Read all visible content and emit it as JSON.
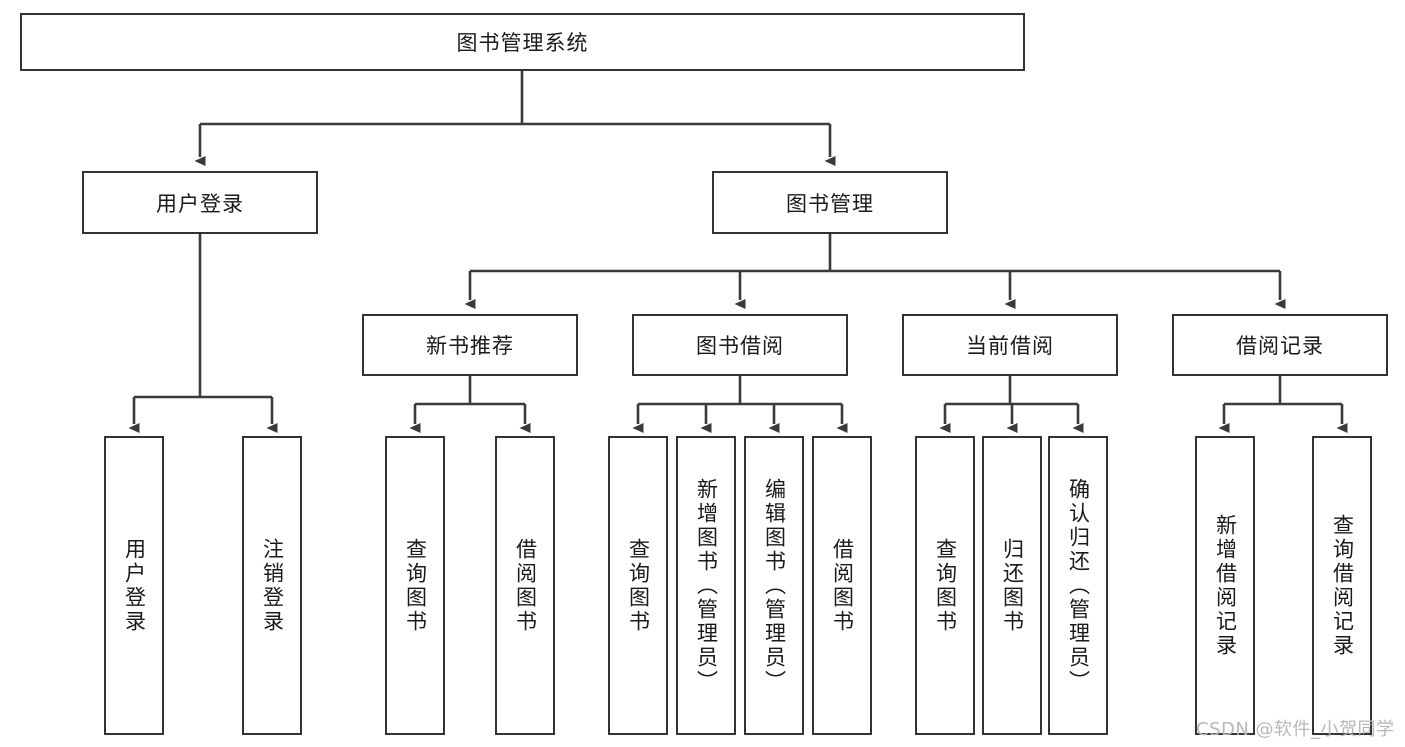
{
  "diagram": {
    "type": "tree-hierarchy-chart",
    "title": "图书管理系统",
    "watermark": "CSDN @软件_小贺同学",
    "colors": {
      "box_border": "#333333",
      "box_fill": "#ffffff",
      "edge": "#3a3a3a",
      "text": "#1a1a1a",
      "watermark": "#b8b8b8",
      "background": "#ffffff"
    },
    "levels": {
      "root": {
        "label": "图书管理系统"
      },
      "level2": [
        {
          "id": "user-login",
          "label": "用户登录"
        },
        {
          "id": "book-management",
          "label": "图书管理"
        }
      ],
      "level3": [
        {
          "id": "new-book-recommend",
          "label": "新书推荐",
          "parent": "book-management"
        },
        {
          "id": "book-borrow",
          "label": "图书借阅",
          "parent": "book-management"
        },
        {
          "id": "current-borrow",
          "label": "当前借阅",
          "parent": "book-management"
        },
        {
          "id": "borrow-record",
          "label": "借阅记录",
          "parent": "book-management"
        }
      ],
      "leaves": [
        {
          "id": "leaf-user-login",
          "label": "用户登录",
          "parent": "user-login"
        },
        {
          "id": "leaf-logout-login",
          "label": "注销登录",
          "parent": "user-login"
        },
        {
          "id": "leaf-query-book-1",
          "label": "查询图书",
          "parent": "new-book-recommend"
        },
        {
          "id": "leaf-borrow-book-1",
          "label": "借阅图书",
          "parent": "new-book-recommend"
        },
        {
          "id": "leaf-query-book-2",
          "label": "查询图书",
          "parent": "book-borrow"
        },
        {
          "id": "leaf-add-book",
          "label": "新增图书（管理员）",
          "parent": "book-borrow"
        },
        {
          "id": "leaf-edit-book",
          "label": "编辑图书（管理员）",
          "parent": "book-borrow"
        },
        {
          "id": "leaf-borrow-book-2",
          "label": "借阅图书",
          "parent": "book-borrow"
        },
        {
          "id": "leaf-query-book-3",
          "label": "查询图书",
          "parent": "current-borrow"
        },
        {
          "id": "leaf-return-book",
          "label": "归还图书",
          "parent": "current-borrow"
        },
        {
          "id": "leaf-confirm-return",
          "label": "确认归还（管理员）",
          "parent": "current-borrow"
        },
        {
          "id": "leaf-add-record",
          "label": "新增借阅记录",
          "parent": "borrow-record"
        },
        {
          "id": "leaf-query-record",
          "label": "查询借阅记录",
          "parent": "borrow-record"
        }
      ]
    }
  }
}
